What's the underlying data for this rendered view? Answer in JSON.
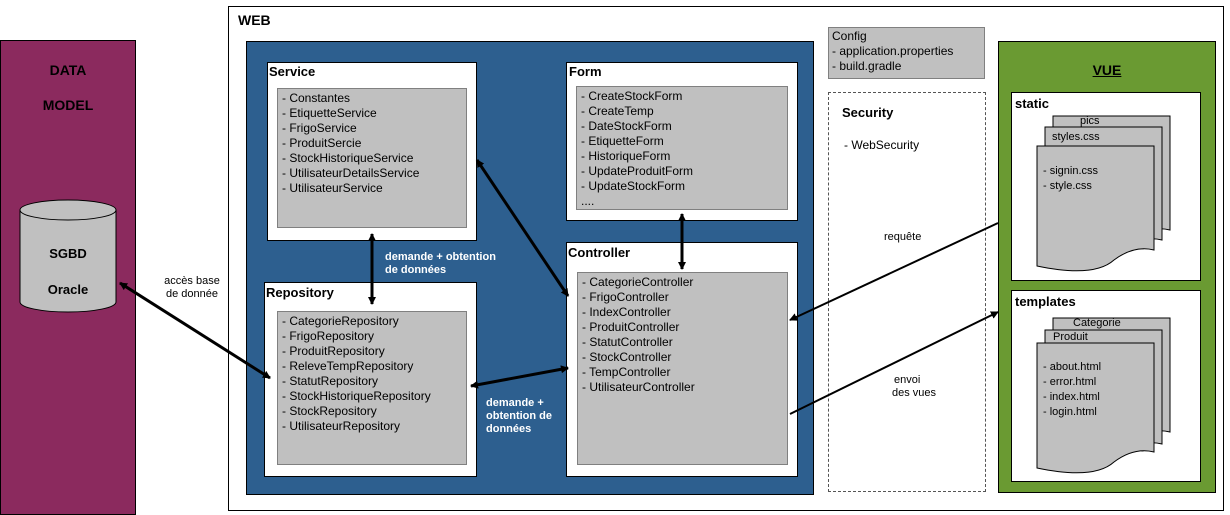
{
  "data_model": {
    "title_line1": "DATA",
    "title_line2": "MODEL",
    "db_line1": "SGBD",
    "db_line2": "Oracle"
  },
  "acces_label": {
    "line1": "accès base",
    "line2": "de donnée"
  },
  "web": {
    "title": "WEB"
  },
  "service": {
    "title": "Service",
    "items": [
      "- Constantes",
      "- EtiquetteService",
      "- FrigoService",
      "- ProduitSercie",
      "- StockHistoriqueService",
      "- UtilisateurDetailsService",
      "- UtilisateurService"
    ]
  },
  "form": {
    "title": "Form",
    "items": [
      "- CreateStockForm",
      "- CreateTemp",
      "- DateStockForm",
      "- EtiquetteForm",
      "- HistoriqueForm",
      "- UpdateProduitForm",
      "- UpdateStockForm",
      "...."
    ]
  },
  "repository": {
    "title": "Repository",
    "items": [
      "- CategorieRepository",
      "- FrigoRepository",
      "- ProduitRepository",
      "- ReleveTempRepository",
      "- StatutRepository",
      "- StockHistoriqueRepository",
      "- StockRepository",
      "- UtilisateurRepository"
    ]
  },
  "controller": {
    "title": "Controller",
    "items": [
      "- CategorieController",
      "- FrigoController",
      "- IndexController",
      "- ProduitController",
      "- StatutController",
      "- StockController",
      "- TempController",
      "- UtilisateurController"
    ]
  },
  "demande1": {
    "line1": "demande + obtention",
    "line2": "de données"
  },
  "demande2": {
    "line1": "demande +",
    "line2": "obtention de",
    "line3": "données"
  },
  "config": {
    "title": "Config",
    "items": [
      "- application.properties",
      "- build.gradle"
    ]
  },
  "security": {
    "title": "Security",
    "item": "- WebSecurity"
  },
  "requete": "requête",
  "envoi": {
    "line1": "envoi",
    "line2": "des vues"
  },
  "vue": {
    "title": "VUE",
    "static": {
      "title": "static",
      "tab1": "pics",
      "tab2": "styles.css",
      "items": [
        "- signin.css",
        "- style.css"
      ]
    },
    "templates": {
      "title": "templates",
      "tab1": "Categorie",
      "tab2": "Produit",
      "items": [
        "- about.html",
        "- error.html",
        "- index.html",
        "- login.html"
      ]
    }
  },
  "colors": {
    "data_model": "#8b2a5e",
    "web_inner": "#2d5f8f",
    "vue": "#6a9a32",
    "gray": "#c0c0c0"
  }
}
